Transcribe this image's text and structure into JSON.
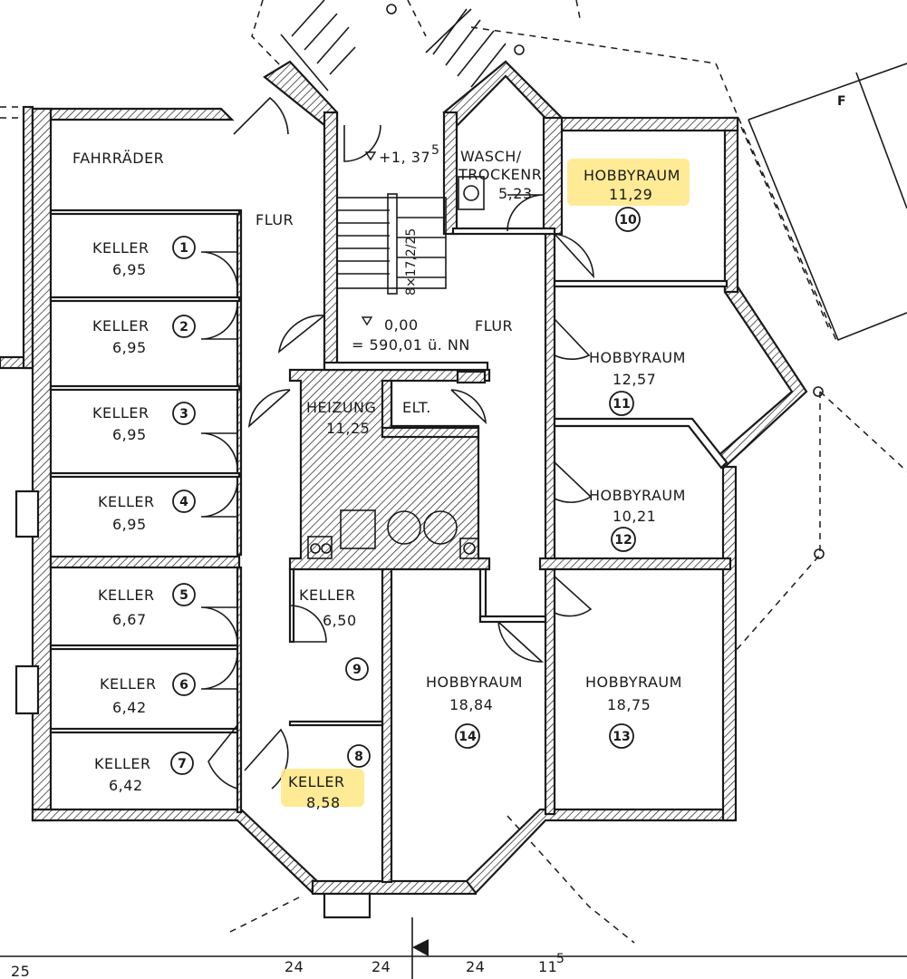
{
  "plan": {
    "highlight_color": "#ffe98a",
    "rooms": [
      {
        "id": "fahrraeder",
        "name": "FAHRRÄDER",
        "area": "",
        "number": ""
      },
      {
        "id": "flur-left",
        "name": "FLUR",
        "area": "",
        "number": ""
      },
      {
        "id": "keller-1",
        "name": "KELLER",
        "area": "6,95",
        "number": "1"
      },
      {
        "id": "keller-2",
        "name": "KELLER",
        "area": "6,95",
        "number": "2"
      },
      {
        "id": "keller-3",
        "name": "KELLER",
        "area": "6,95",
        "number": "3"
      },
      {
        "id": "keller-4",
        "name": "KELLER",
        "area": "6,95",
        "number": "4"
      },
      {
        "id": "keller-5",
        "name": "KELLER",
        "area": "6,67",
        "number": "5"
      },
      {
        "id": "keller-6",
        "name": "KELLER",
        "area": "6,42",
        "number": "6"
      },
      {
        "id": "keller-7",
        "name": "KELLER",
        "area": "6,42",
        "number": "7"
      },
      {
        "id": "keller-8",
        "name": "KELLER",
        "area": "8,58",
        "number": "8",
        "highlighted": true
      },
      {
        "id": "keller-9",
        "name": "KELLER",
        "area": "6,50",
        "number": "9"
      },
      {
        "id": "heizung",
        "name": "HEIZUNG",
        "area": "11,25",
        "number": ""
      },
      {
        "id": "elt",
        "name": "ELT.",
        "area": "",
        "number": ""
      },
      {
        "id": "wasch",
        "name": "WASCH/",
        "name2": "TROCKENR.",
        "area": "5,23",
        "number": ""
      },
      {
        "id": "hobby-10",
        "name": "HOBBYRAUM",
        "area": "11,29",
        "number": "10",
        "highlighted": true
      },
      {
        "id": "hobby-11",
        "name": "HOBBYRAUM",
        "area": "12,57",
        "number": "11"
      },
      {
        "id": "hobby-12",
        "name": "HOBBYRAUM",
        "area": "10,21",
        "number": "12"
      },
      {
        "id": "hobby-13",
        "name": "HOBBYRAUM",
        "area": "18,75",
        "number": "13"
      },
      {
        "id": "hobby-14",
        "name": "HOBBYRAUM",
        "area": "18,84",
        "number": "14"
      },
      {
        "id": "flur-center",
        "name": "FLUR",
        "area": "",
        "number": ""
      }
    ],
    "level_marks": {
      "upper": "+1, 37",
      "upper_sup": "5",
      "floor": "0,00",
      "elevation": "= 590,01 ü. NN",
      "stair": "8×17,2/25"
    },
    "exterior_label": "F",
    "dimensions": [
      "25",
      "24",
      "24",
      "24",
      "11"
    ],
    "dimension_sup": "5"
  }
}
